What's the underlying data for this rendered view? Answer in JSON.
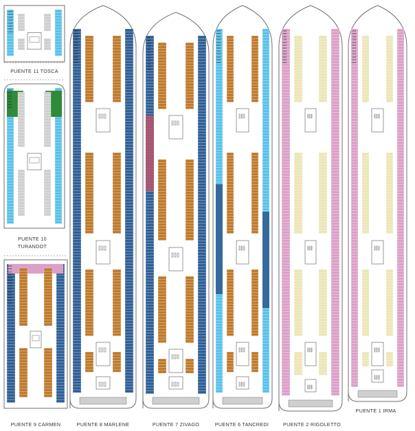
{
  "diagram": {
    "colors": {
      "outline": "#6e6e6e",
      "interior": "#bf7a2c",
      "balcony_blue": "#2f5f96",
      "light_blue": "#59c1ea",
      "green": "#2f8a3a",
      "pink": "#dca0c8",
      "rose": "#b9556c",
      "cream": "#ece6b8",
      "grey": "#cfcfcf",
      "dash": "#999999"
    },
    "decks": [
      {
        "id": "deck11",
        "label": "PUENTE 11 TOSCA",
        "cabins": [
          "11031",
          "11033",
          "11035",
          "11037",
          "11039",
          "11041",
          "11043",
          "11045"
        ]
      },
      {
        "id": "deck10",
        "label_line1": "PUENTE 10",
        "label_line2": "TURANDOT",
        "cabins": [
          "1008",
          "1010",
          "1012",
          "1014",
          "1057",
          "1059",
          "1061"
        ]
      },
      {
        "id": "deck9",
        "label": "PUENTE 9 CARMEN",
        "cabins": [
          "9218",
          "9220",
          "9222",
          "9224",
          "9226",
          "9228",
          "9230",
          "9232",
          "9234",
          "9236",
          "9238",
          "9240",
          "9242",
          "9244"
        ]
      },
      {
        "id": "deck8",
        "label": "PUENTE 8 MARLENE",
        "cabins": [
          "8102",
          "8104",
          "8106",
          "8108",
          "8110",
          "8112",
          "8114",
          "8116",
          "8118",
          "8120",
          "8122",
          "8124"
        ]
      },
      {
        "id": "deck7",
        "label": "PUENTE 7 ZIVAGO",
        "cabins": [
          "7102",
          "7104",
          "7106",
          "7108",
          "7110",
          "7112",
          "7114",
          "7116",
          "7118",
          "7120",
          "7122",
          "7124"
        ]
      },
      {
        "id": "deck6",
        "label": "PUENTE 6 TANCREDI",
        "cabins": [
          "6402",
          "6404",
          "6406",
          "6408",
          "6410",
          "6412",
          "6414",
          "6416",
          "6418",
          "6420",
          "6422",
          "6424"
        ]
      },
      {
        "id": "deck2",
        "label": "PUENTE 2 RIGOLETTO",
        "cabins": [
          "2202",
          "2204",
          "2206",
          "2208",
          "2210",
          "2212",
          "2214",
          "2216",
          "2218",
          "2220",
          "2222",
          "2224"
        ]
      },
      {
        "id": "deck1",
        "label": "PUENTE 1 IRMA",
        "cabins": [
          "1202",
          "1204",
          "1206",
          "1208",
          "1210",
          "1212",
          "1214",
          "1216",
          "1218",
          "1220",
          "1222",
          "1224"
        ]
      }
    ]
  }
}
